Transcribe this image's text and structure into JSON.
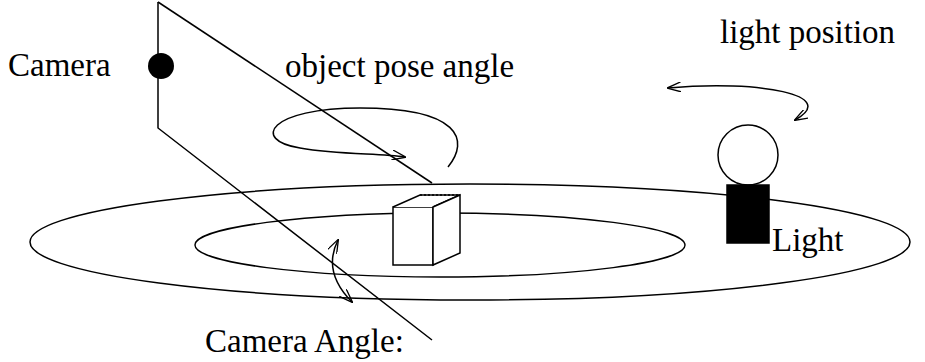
{
  "diagram": {
    "labels": [
      "Camera",
      "object pose angle",
      "light position",
      "Light",
      "Camera Angle:"
    ]
  }
}
